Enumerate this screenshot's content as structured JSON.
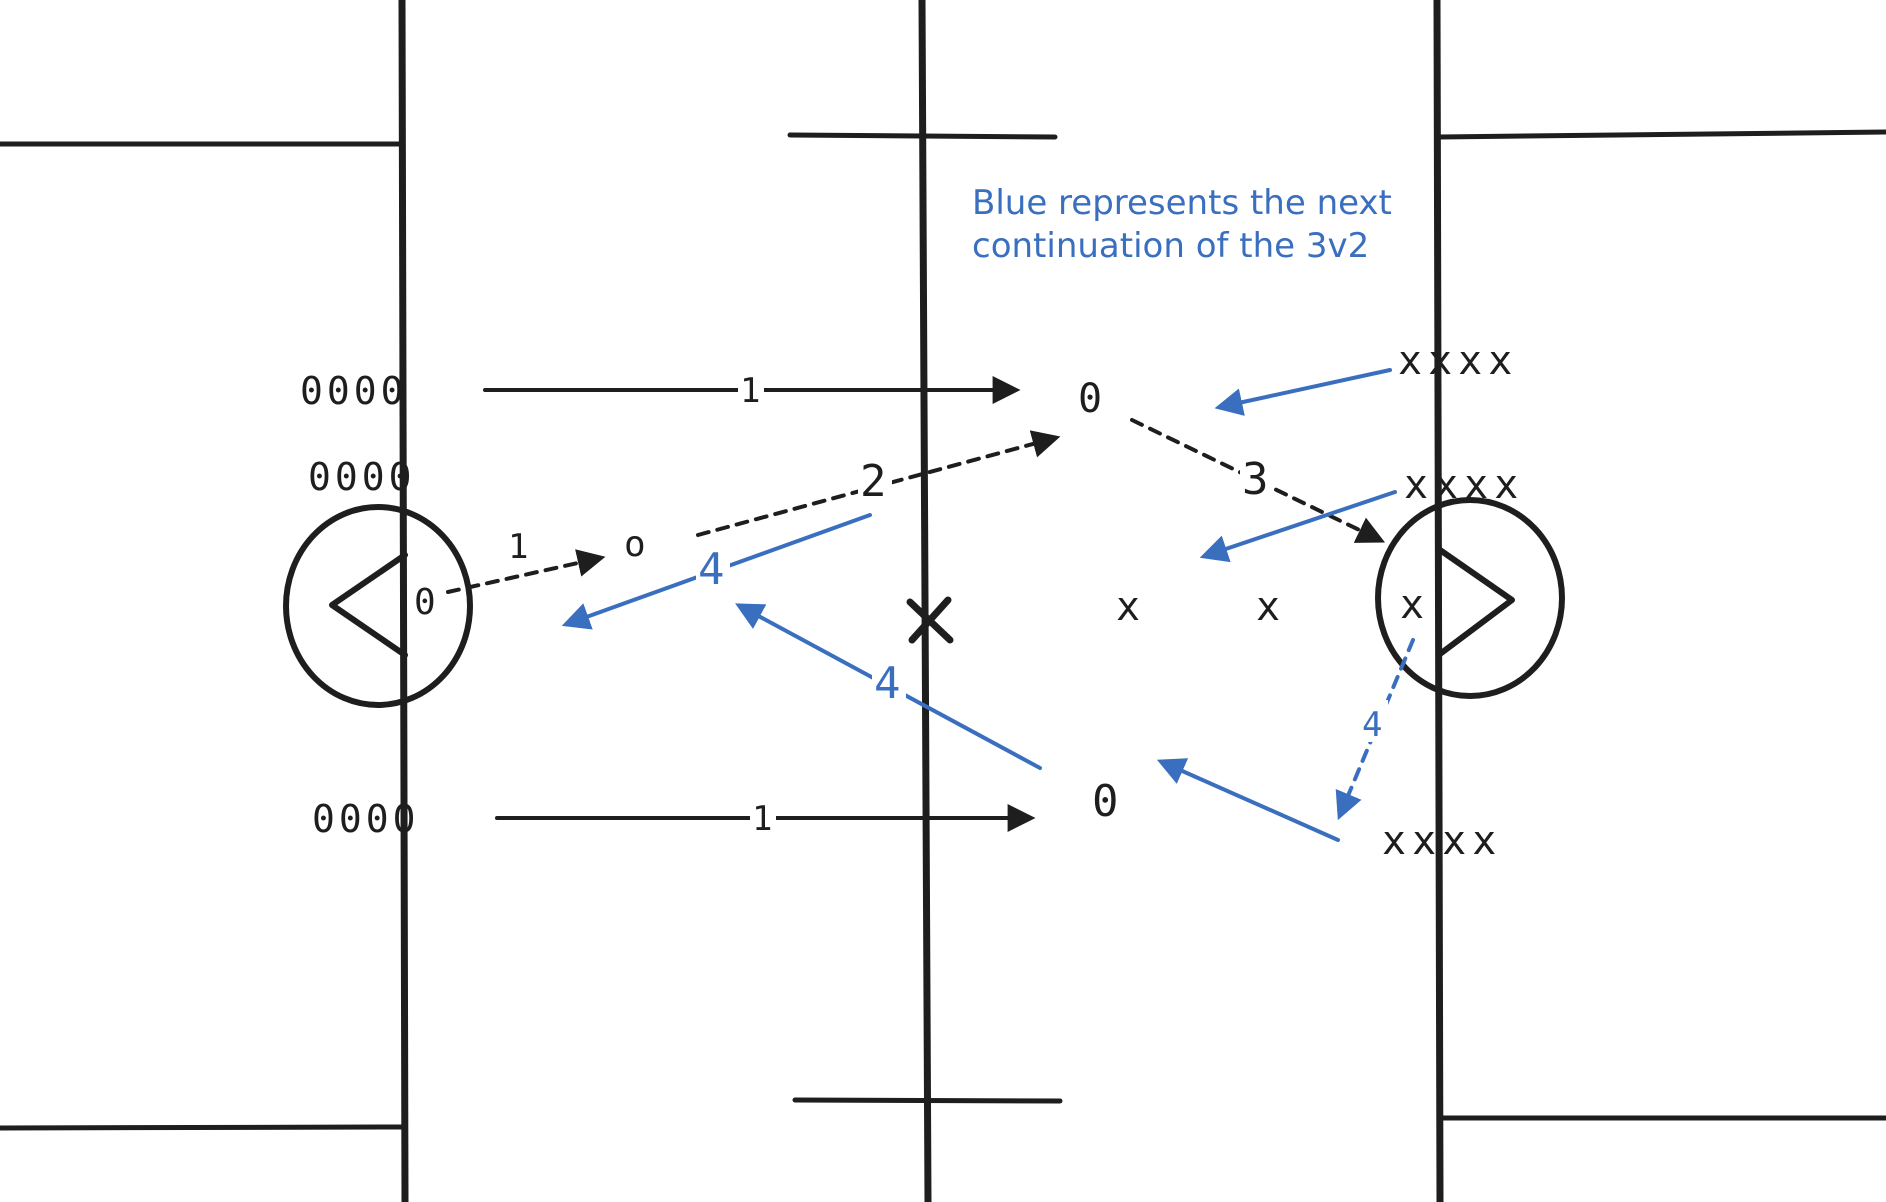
{
  "annotation": {
    "line1": "Blue represents the next",
    "line2": "continuation of the 3v2"
  },
  "players": {
    "offense_symbol": "o",
    "defense_symbol": "x",
    "left_line_top": "0000",
    "left_line_mid": "0000",
    "left_line_bottom": "0000",
    "goalie_left": "0",
    "ball_carrier": "0",
    "top_attacker": "0",
    "bottom_attacker": "0",
    "right_line_top": "xxxx",
    "right_line_mid": "xxxx",
    "right_line_bottom": "xxxx",
    "defender_a": "x",
    "defender_b": "x",
    "goalie_right": "x",
    "field_x": "x"
  },
  "steps": {
    "s1_top": "1",
    "s1_short": "1",
    "s1_bottom": "1",
    "s2": "2",
    "s3": "3",
    "s4_a": "4",
    "s4_b": "4",
    "s4_c": "4"
  },
  "colors": {
    "ink": "#1e1e1e",
    "blue": "#3a6fbf"
  }
}
